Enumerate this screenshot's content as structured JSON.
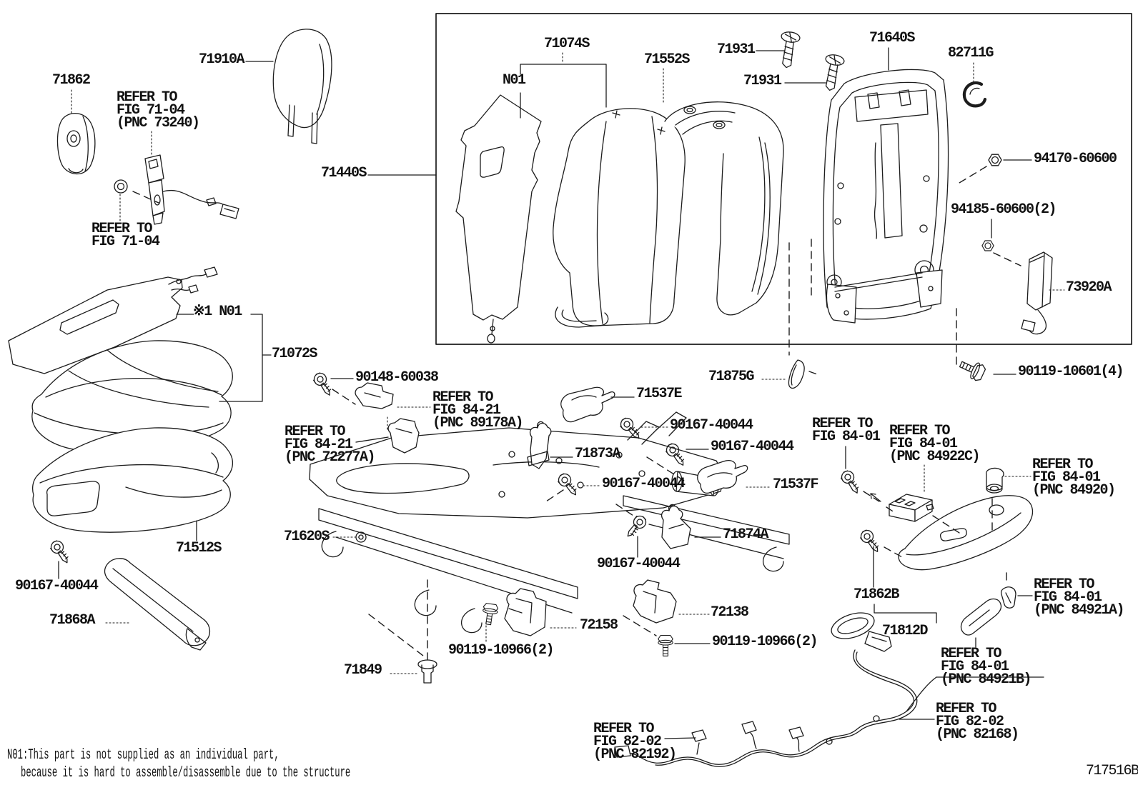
{
  "doc": {
    "number": "717516B"
  },
  "note": {
    "line1": "N01:This part is not supplied as an individual part,",
    "line2": "because it is hard to assemble/disassemble due to the structure"
  },
  "labels": [
    {
      "id": "71862",
      "text": "71862"
    },
    {
      "id": "ref-71-04-pnc-73240",
      "text": "REFER TO\nFIG 71-04\n(PNC 73240)"
    },
    {
      "id": "71910A",
      "text": "71910A"
    },
    {
      "id": "ref-71-04",
      "text": "REFER TO\nFIG 71-04"
    },
    {
      "id": "71440S",
      "text": "71440S"
    },
    {
      "id": "71074S",
      "text": "71074S"
    },
    {
      "id": "N01",
      "text": "N01"
    },
    {
      "id": "71552S",
      "text": "71552S"
    },
    {
      "id": "71931-a",
      "text": "71931"
    },
    {
      "id": "71931-b",
      "text": "71931"
    },
    {
      "id": "71640S",
      "text": "71640S"
    },
    {
      "id": "82711G",
      "text": "82711G"
    },
    {
      "id": "94170-60600",
      "text": "94170-60600"
    },
    {
      "id": "94185-60600-2",
      "text": "94185-60600(2)"
    },
    {
      "id": "73920A",
      "text": "73920A"
    },
    {
      "id": "90119-10601-4",
      "text": "90119-10601(4)"
    },
    {
      "id": "71875G",
      "text": "71875G"
    },
    {
      "id": "note-n01",
      "text": "※1 N01"
    },
    {
      "id": "71072S",
      "text": "71072S"
    },
    {
      "id": "90148-60038",
      "text": "90148-60038"
    },
    {
      "id": "ref-84-21-pnc-89178A",
      "text": "REFER TO\nFIG 84-21\n(PNC 89178A)"
    },
    {
      "id": "ref-84-21-pnc-72277A",
      "text": "REFER TO\nFIG 84-21\n(PNC 72277A)"
    },
    {
      "id": "71537E",
      "text": "71537E"
    },
    {
      "id": "90167-40044-a",
      "text": "90167-40044"
    },
    {
      "id": "90167-40044-b",
      "text": "90167-40044"
    },
    {
      "id": "71873A",
      "text": "71873A"
    },
    {
      "id": "90167-40044-c",
      "text": "90167-40044"
    },
    {
      "id": "71537F",
      "text": "71537F"
    },
    {
      "id": "ref-84-01",
      "text": "REFER TO\nFIG 84-01"
    },
    {
      "id": "ref-84-01-pnc-84922C",
      "text": "REFER TO\nFIG 84-01\n(PNC 84922C)"
    },
    {
      "id": "ref-84-01-pnc-84920",
      "text": "REFER TO\nFIG 84-01\n(PNC 84920)"
    },
    {
      "id": "71620S",
      "text": "71620S"
    },
    {
      "id": "71874A",
      "text": "71874A"
    },
    {
      "id": "90167-40044-d",
      "text": "90167-40044"
    },
    {
      "id": "71512S",
      "text": "71512S"
    },
    {
      "id": "90167-40044-e",
      "text": "90167-40044"
    },
    {
      "id": "71868A",
      "text": "71868A"
    },
    {
      "id": "72158",
      "text": "72158"
    },
    {
      "id": "72138",
      "text": "72138"
    },
    {
      "id": "90119-10966-2-a",
      "text": "90119-10966(2)"
    },
    {
      "id": "90119-10966-2-b",
      "text": "90119-10966(2)"
    },
    {
      "id": "71849",
      "text": "71849"
    },
    {
      "id": "71862B",
      "text": "71862B"
    },
    {
      "id": "71812D",
      "text": "71812D"
    },
    {
      "id": "ref-84-01-pnc-84921A",
      "text": "REFER TO\nFIG 84-01\n(PNC 84921A)"
    },
    {
      "id": "ref-84-01-pnc-84921B",
      "text": "REFER TO\nFIG 84-01\n(PNC 84921B)"
    },
    {
      "id": "ref-82-02-pnc-82168",
      "text": "REFER TO\nFIG 82-02\n(PNC 82168)"
    },
    {
      "id": "ref-82-02-pnc-82192",
      "text": "REFER TO\nFIG 82-02\n(PNC 82192)"
    }
  ]
}
